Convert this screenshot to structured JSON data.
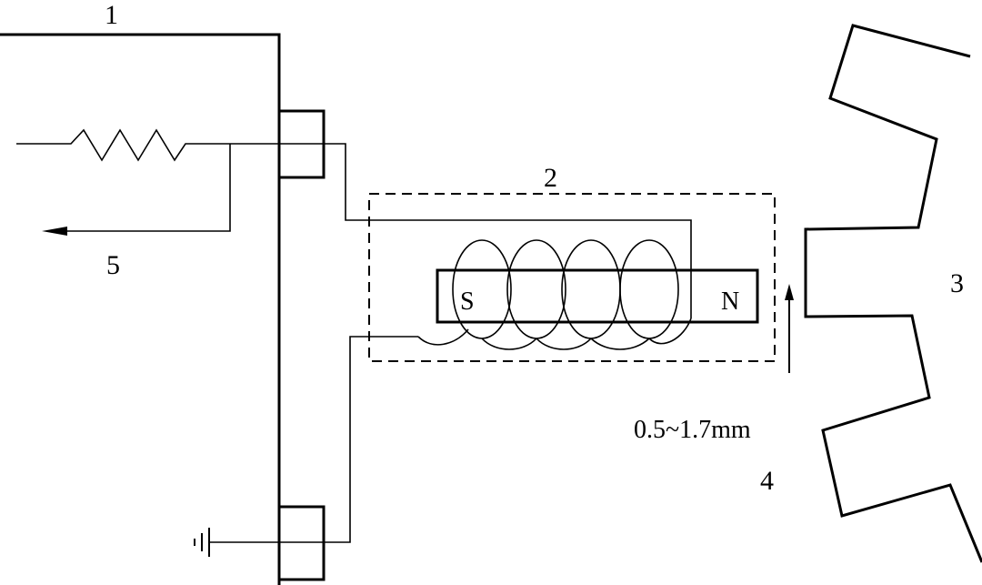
{
  "labels": {
    "housing": "1",
    "sensor_assembly": "2",
    "tone_wheel": "3",
    "air_gap": "4",
    "signal_output": "5",
    "south_pole": "S",
    "north_pole": "N",
    "gap_range": "0.5~1.7mm"
  },
  "colors": {
    "stroke": "#000000",
    "background": "#ffffff"
  },
  "icons": {
    "resistor": "resistor-zigzag-icon",
    "ground": "ground-symbol-icon",
    "arrow": "arrow-left-icon"
  }
}
